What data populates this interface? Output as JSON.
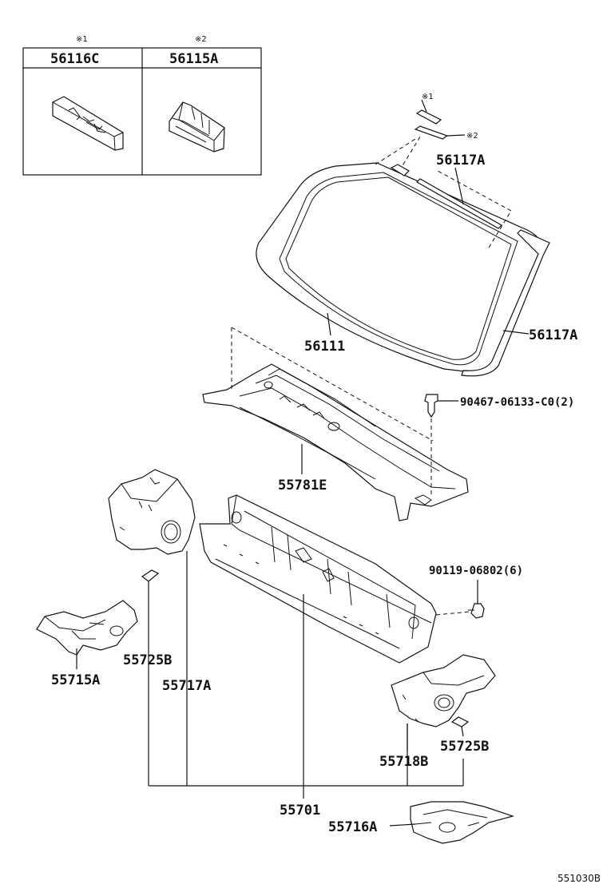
{
  "inset": {
    "col1": {
      "note": "※1",
      "label": "56116C"
    },
    "col2": {
      "note": "※2",
      "label": "56115A"
    }
  },
  "markers": {
    "m1": "※1",
    "m2": "※2"
  },
  "labels": {
    "p56117A_top": "56117A",
    "p56117A_right": "56117A",
    "p56111": "56111",
    "p90467": "90467-06133-C0(2)",
    "p55781E": "55781E",
    "p90119": "90119-06802(6)",
    "p55725B_left": "55725B",
    "p55715A": "55715A",
    "p55717A": "55717A",
    "p55718B": "55718B",
    "p55725B_right": "55725B",
    "p55701": "55701",
    "p55716A": "55716A"
  },
  "diagram_code": "551030B"
}
